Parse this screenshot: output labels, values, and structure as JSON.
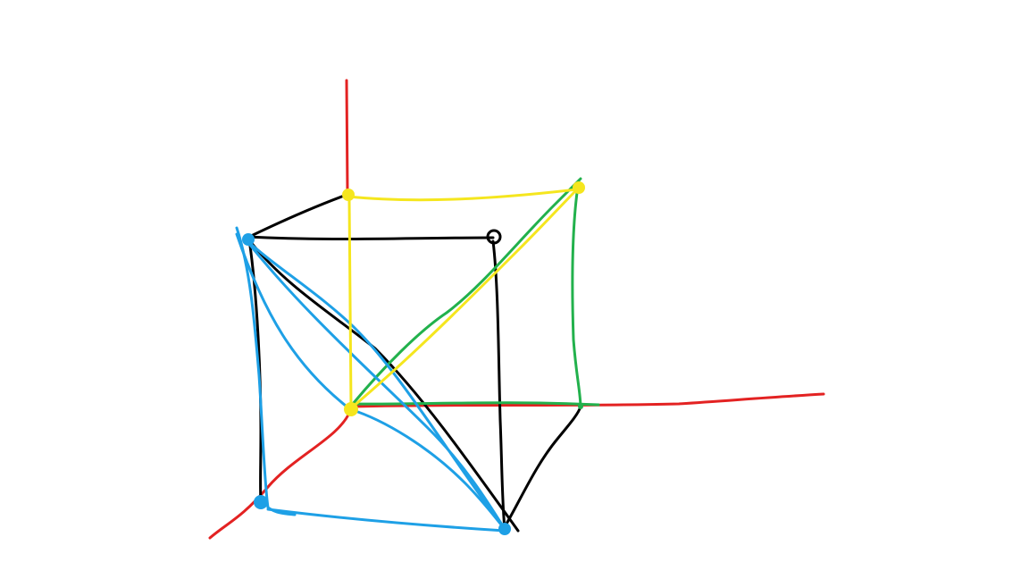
{
  "colors": {
    "background": "#ffffff",
    "axes": "#e32222",
    "cube_edges": "#000000",
    "yellow": "#f5e61e",
    "green": "#22b14c",
    "blue": "#1ea0e6"
  },
  "diagram": {
    "description_visible_text": "",
    "groups": [
      "axes",
      "cube-edges",
      "yellow-triangle",
      "green-path",
      "blue-tetra-edges",
      "vertices"
    ]
  }
}
